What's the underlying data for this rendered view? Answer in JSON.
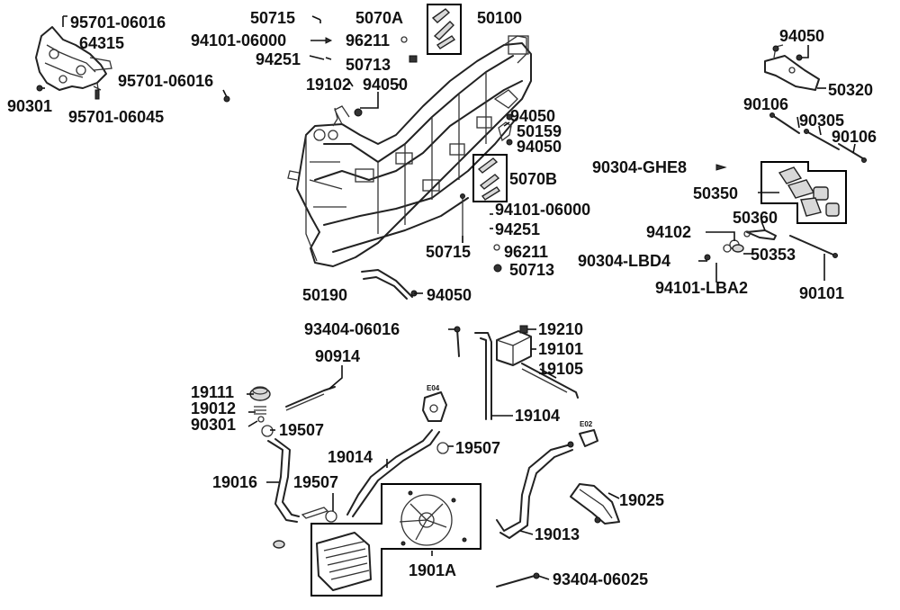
{
  "labels": {
    "l_95701_06016_a": "95701-06016",
    "l_64315": "64315",
    "l_95701_06016_b": "95701-06016",
    "l_90301_a": "90301",
    "l_95701_06045": "95701-06045",
    "l_50715_a": "50715",
    "l_94101_06000_a": "94101-06000",
    "l_94251_a": "94251",
    "l_5070A": "5070A",
    "l_96211_a": "96211",
    "l_50713_a": "50713",
    "l_50100": "50100",
    "l_19102": "19102",
    "l_94050_a": "94050",
    "l_94050_b": "94050",
    "l_50159": "50159",
    "l_94050_c": "94050",
    "l_5070B": "5070B",
    "l_94101_06000_b": "94101-06000",
    "l_94251_b": "94251",
    "l_50715_b": "50715",
    "l_96211_b": "96211",
    "l_50713_b": "50713",
    "l_50190": "50190",
    "l_94050_d": "94050",
    "l_94050_e": "94050",
    "l_50320": "50320",
    "l_90106_a": "90106",
    "l_90305": "90305",
    "l_90106_b": "90106",
    "l_90304_GHE8": "90304-GHE8",
    "l_50350": "50350",
    "l_50360": "50360",
    "l_94102": "94102",
    "l_90304_LBD4": "90304-LBD4",
    "l_50353": "50353",
    "l_94101_LBA2": "94101-LBA2",
    "l_90101": "90101",
    "l_93404_06016": "93404-06016",
    "l_19210": "19210",
    "l_19101": "19101",
    "l_19105": "19105",
    "l_90914": "90914",
    "l_19111": "19111",
    "l_19012": "19012",
    "l_90301_b": "90301",
    "l_19507_a": "19507",
    "l_19104": "19104",
    "l_19014": "19014",
    "l_19507_b": "19507",
    "l_19016": "19016",
    "l_19507_c": "19507",
    "l_19025": "19025",
    "l_19013": "19013",
    "l_1901A": "1901A",
    "l_93404_06025": "93404-06025",
    "l_E04": "E04",
    "l_E02": "E02"
  }
}
